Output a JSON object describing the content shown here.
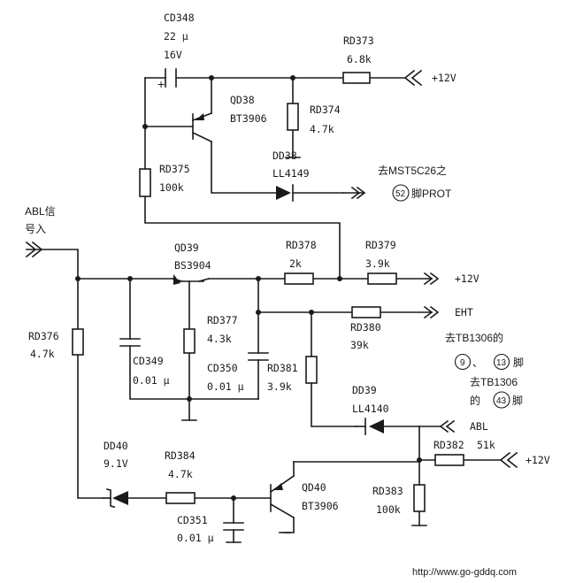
{
  "components": {
    "cd348": {
      "ref": "CD348",
      "value": "22 μ",
      "voltage": "16V",
      "polarity": "+"
    },
    "rd373": {
      "ref": "RD373",
      "value": "6.8k"
    },
    "qd38": {
      "ref": "QD38",
      "type": "BT3906"
    },
    "rd374": {
      "ref": "RD374",
      "value": "4.7k"
    },
    "dd38": {
      "ref": "DD38",
      "type": "LL4149"
    },
    "rd375": {
      "ref": "RD375",
      "value": "100k"
    },
    "qd39": {
      "ref": "QD39",
      "type": "BS3904"
    },
    "rd378": {
      "ref": "RD378",
      "value": "2k"
    },
    "rd379": {
      "ref": "RD379",
      "value": "3.9k"
    },
    "rd376": {
      "ref": "RD376",
      "value": "4.7k"
    },
    "rd377": {
      "ref": "RD377",
      "value": "4.3k"
    },
    "rd380": {
      "ref": "RD380",
      "value": "39k"
    },
    "cd349": {
      "ref": "CD349",
      "value": "0.01 μ"
    },
    "cd350": {
      "ref": "CD350",
      "value": "0.01 μ"
    },
    "rd381": {
      "ref": "RD381",
      "value": "3.9k"
    },
    "dd39": {
      "ref": "DD39",
      "type": "LL4140"
    },
    "dd40": {
      "ref": "DD40",
      "type": "9.1V"
    },
    "rd384": {
      "ref": "RD384",
      "value": "4.7k"
    },
    "rd382": {
      "ref": "RD382",
      "value": "51k"
    },
    "qd40": {
      "ref": "QD40",
      "type": "BT3906"
    },
    "rd383": {
      "ref": "RD383",
      "value": "100k"
    },
    "cd351": {
      "ref": "CD351",
      "value": "0.01 μ"
    }
  },
  "signals": {
    "supply_top": "+12V",
    "supply_mid": "+12V",
    "supply_bottom": "+12V",
    "prot_dest_line1": "去MST5C26之",
    "prot_pin_number": "52",
    "prot_pin_suffix": "脚PROT",
    "abl_input_line1": "ABL信",
    "abl_input_line2": "号入",
    "eht": "EHT",
    "eht_dest_line1": "去TB1306的",
    "eht_pin_a": "9",
    "eht_pin_separator": "、",
    "eht_pin_b": "13",
    "eht_pin_suffix": "脚",
    "abl_dest_line1": "去TB1306",
    "abl_dest_prefix": "的",
    "abl_pin_number": "43",
    "abl_pin_suffix": "脚",
    "abl": "ABL"
  },
  "footer": {
    "url": "http://www.go-gddq.com"
  }
}
